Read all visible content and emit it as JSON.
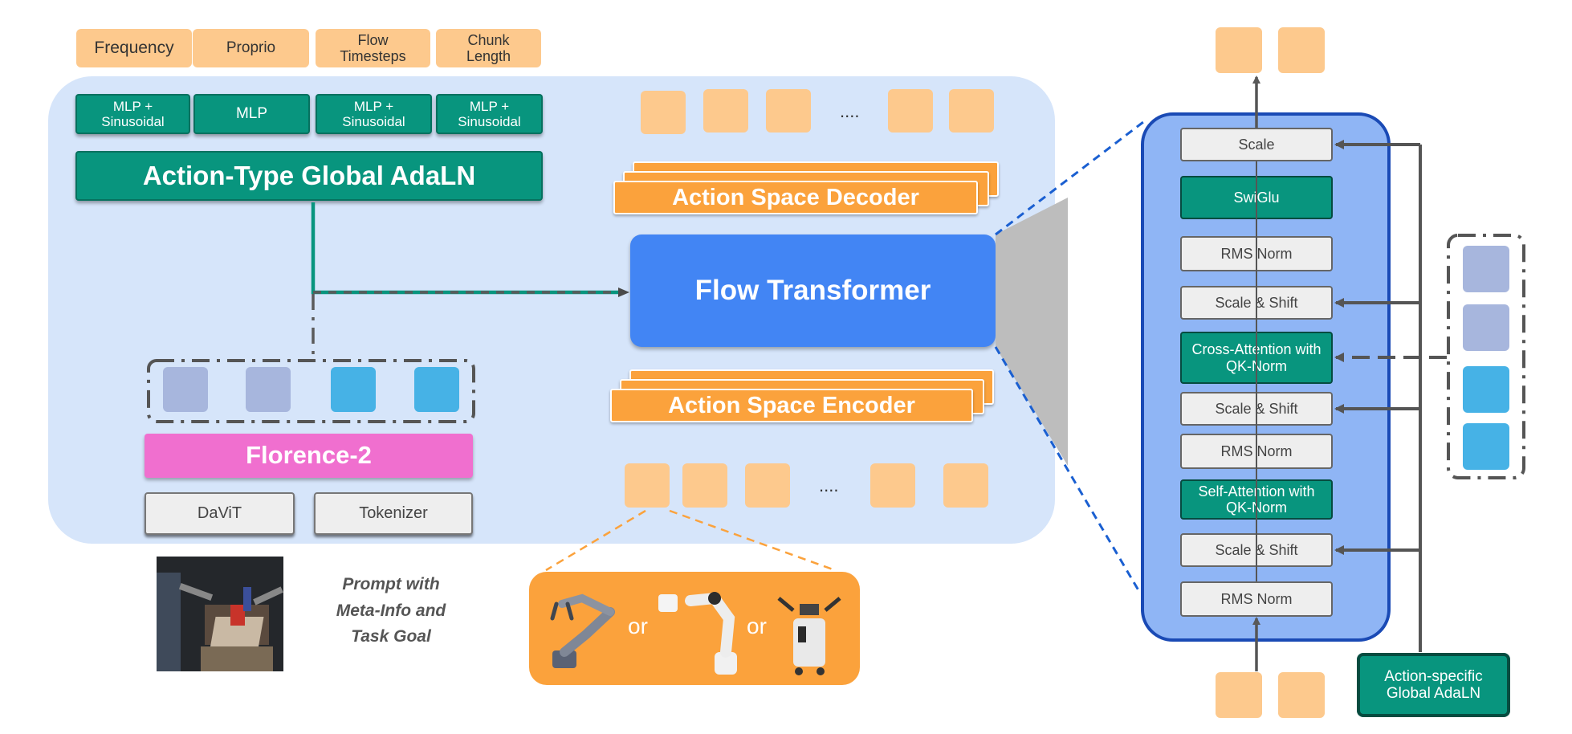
{
  "conditions": [
    "Frequency",
    "Proprio",
    "Flow\nTimesteps",
    "Chunk\nLength"
  ],
  "mlp_blocks": [
    "MLP +\nSinusoidal",
    "MLP",
    "MLP +\nSinusoidal",
    "MLP +\nSinusoidal"
  ],
  "global_adaln": "Action-Type Global AdaLN",
  "florence": "Florence-2",
  "davit": "DaViT",
  "tokenizer": "Tokenizer",
  "prompt_text": "Prompt with\nMeta-Info and\nTask Goal",
  "decoder": "Action Space Decoder",
  "encoder": "Action Space Encoder",
  "flow_transformer": "Flow Transformer",
  "ellipsis": "....",
  "robot_or": "or",
  "block_layers": [
    "Scale",
    "SwiGlu",
    "RMS Norm",
    "Scale & Shift",
    "Cross-Attention with\nQK-Norm",
    "Scale & Shift",
    "RMS Norm",
    "Self-Attention with\nQK-Norm",
    "Scale & Shift",
    "RMS Norm"
  ],
  "action_specific_adaln": "Action-specific\nGlobal AdaLN",
  "colors": {
    "teal": "#08957e",
    "orange": "#fba23c",
    "token": "#fdc98d",
    "blue": "#4285f4",
    "pink": "#f06fcf",
    "panel": "#d6e5fa",
    "block_bg": "#8fb5f5",
    "block_border": "#1a4ab5",
    "vision_token": "#a7b6dd",
    "text_token": "#46b2e6"
  }
}
